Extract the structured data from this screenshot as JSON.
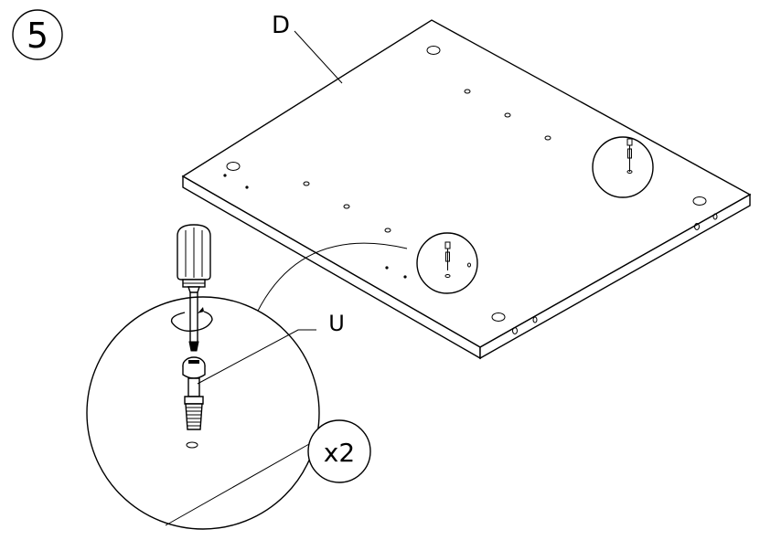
{
  "step": {
    "number": "5"
  },
  "labels": {
    "panel": "D",
    "part": "U",
    "quantity": "x2"
  },
  "icons": [
    "screwdriver-icon",
    "cam-bolt-icon",
    "rotate-arrow-icon"
  ]
}
